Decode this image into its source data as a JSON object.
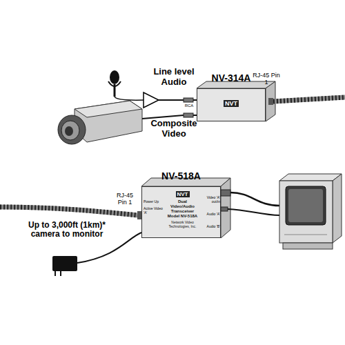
{
  "diagram": {
    "nodes": [
      {
        "text": [
          "NV-314A",
          "NVT"
        ]
      },
      {
        "text": [
          "NV-518A",
          "NVT",
          "Dual Video/Audio Transceiver Model NV-518A",
          "Network Video Technologies, Inc."
        ]
      }
    ],
    "labels": [
      "Line level Audio",
      "Composite Video",
      "RCA",
      "RJ-45 Pin 1",
      "RJ-45 Pin 1",
      "Up to 3,000ft (1km)* camera to monitor",
      "Power Up",
      "Active Video 'A'",
      "Video 'A' out/in",
      "Audio 'A'",
      "Audio 'B'"
    ]
  }
}
